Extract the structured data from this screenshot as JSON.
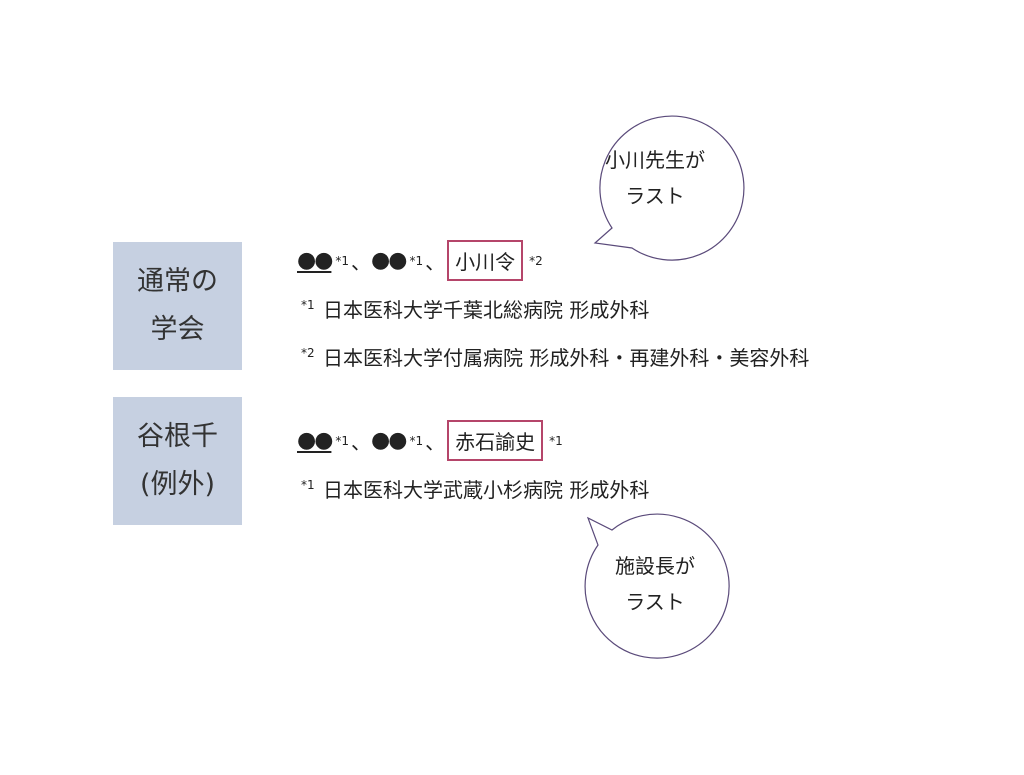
{
  "rows": [
    {
      "label": [
        "通常の",
        "学会"
      ],
      "authors": {
        "a1": "●●",
        "s1": "*1",
        "sep1": "、",
        "a2": "●●",
        "s2": "*1",
        "sep2": "、",
        "last": "小川令",
        "s3": "*2"
      },
      "notes": [
        {
          "mark": "*1",
          "text": "日本医科大学千葉北総病院 形成外科"
        },
        {
          "mark": "*2",
          "text": "日本医科大学付属病院 形成外科・再建外科・美容外科"
        }
      ],
      "bubble": [
        "小川先生が",
        "ラスト"
      ]
    },
    {
      "label": [
        "谷根千",
        "(例外)"
      ],
      "authors": {
        "a1": "●●",
        "s1": "*1",
        "sep1": "、",
        "a2": "●●",
        "s2": "*1",
        "sep2": "、",
        "last": "赤石諭史",
        "s3": "*1"
      },
      "notes": [
        {
          "mark": "*1",
          "text": "日本医科大学武蔵小杉病院 形成外科"
        }
      ],
      "bubble": [
        "施設長が",
        "ラスト"
      ]
    }
  ],
  "colors": {
    "label_bg": "#c6d0e1",
    "highlight_border": "#b5456a",
    "bubble_stroke": "#5a4a7a"
  }
}
